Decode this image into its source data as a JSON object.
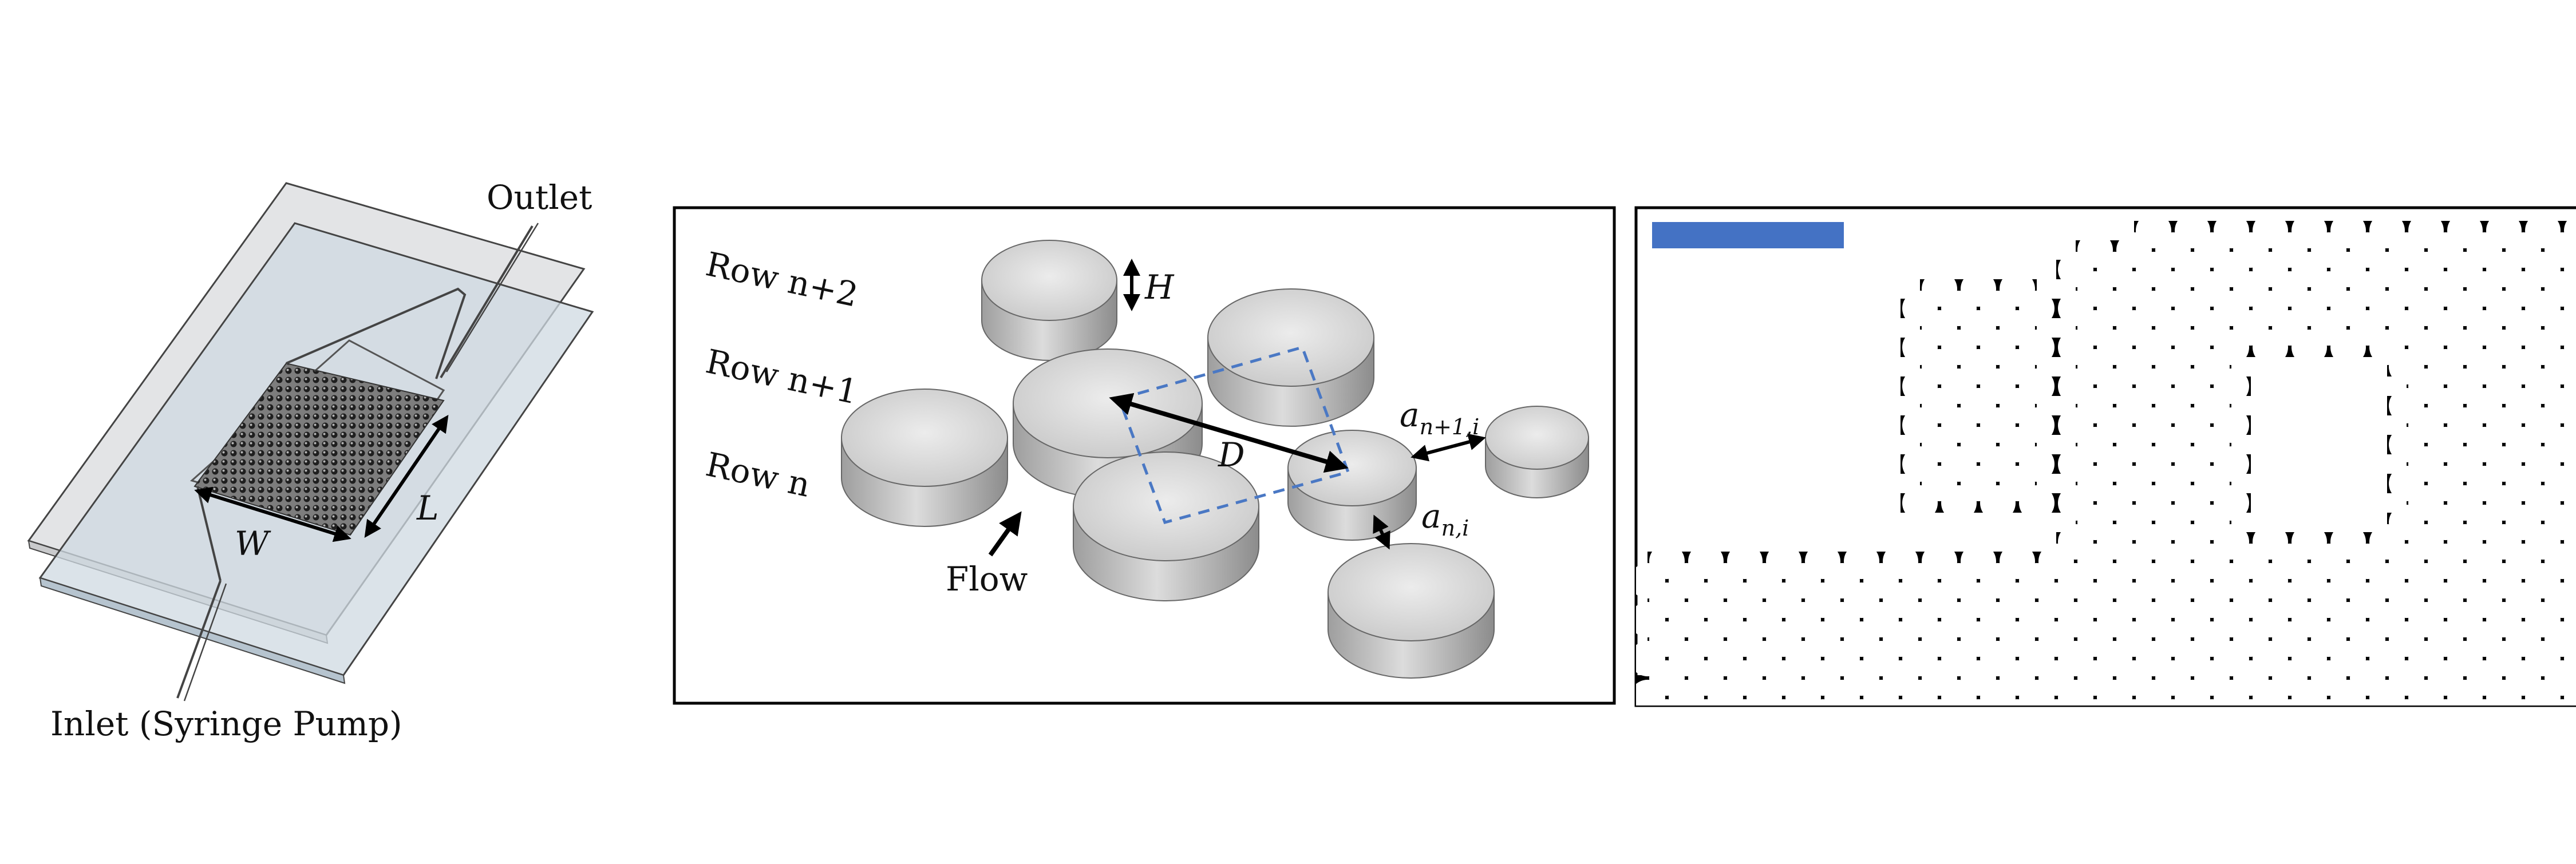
{
  "panel_a": {
    "outlet_label": "Outlet",
    "inlet_label": "Inlet (Syringe Pump)",
    "width_symbol": "W",
    "length_symbol": "L"
  },
  "panel_b": {
    "row_labels": [
      "Row n+2",
      "Row n+1",
      "Row n"
    ],
    "height_symbol": "H",
    "diameter_symbol": "D",
    "gap_upper_symbol": "a",
    "gap_upper_subscript": "n+1,i",
    "gap_lower_symbol": "a",
    "gap_lower_subscript": "n,i",
    "flow_label": "Flow",
    "dashed_cell_color": "#4a78c4"
  },
  "panel_c": {
    "scale_bar_color": "#4472c4",
    "pattern_colors": {
      "solid": "#000000",
      "pore": "#ffffff"
    }
  }
}
